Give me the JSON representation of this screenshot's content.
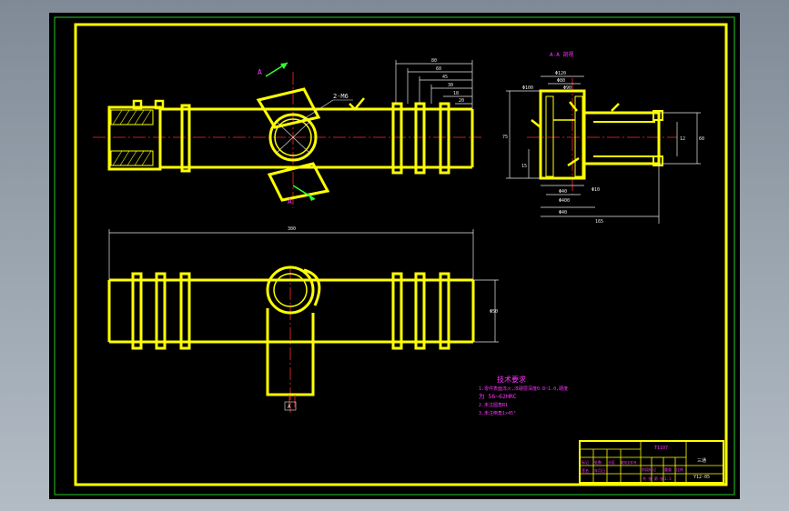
{
  "drawing": {
    "section_title": "A-A 剖视",
    "section_marker": "A",
    "thread_callout": "2-M6",
    "front_view_dims": [
      "80",
      "60",
      "45",
      "30",
      "18",
      "20"
    ],
    "section_view_dims": [
      "Φ120",
      "Φ80",
      "Φ100",
      "Φ90",
      "Φ40",
      "Φ400",
      "Φ10",
      "Φ40",
      "165",
      "75",
      "15",
      "12",
      "60"
    ],
    "top_view_dims": [
      "300",
      "Φ50"
    ],
    "section_label_bottom": "A"
  },
  "notes": {
    "title": "技术要求",
    "lines": [
      "1.零件表面淬火,淬硬层深度0.8~1.0,硬度",
      "  为 56~62HRC",
      "2.未注圆角R1",
      "3.未注倒角1×45°"
    ]
  },
  "title_block": {
    "part_number": "T1107",
    "part_name": "三通",
    "material": "Y12-05",
    "row_labels": [
      "标记",
      "处数",
      "分区",
      "更改文件号",
      "签名",
      "年月日"
    ],
    "stage_labels": [
      "阶段标记",
      "重量",
      "比例"
    ],
    "scale": "1:1",
    "sheet": "共 张 第 张"
  },
  "colors": {
    "outline": "#ffff00",
    "centerline": "#ff2a2a",
    "dimension": "#e8e8e8",
    "text": "#ff33ff",
    "arrow": "#33ff33",
    "border_outer": "#22cc22",
    "sheet": "#000000"
  }
}
